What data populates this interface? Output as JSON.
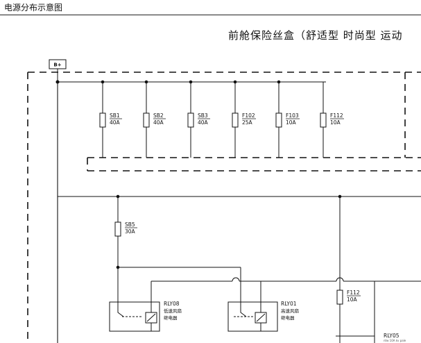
{
  "header": {
    "title": "电源分布示意图"
  },
  "diagram": {
    "title": "前舱保险丝盒（舒适型 时尚型 运动",
    "supply": "B+",
    "fuses_top": [
      {
        "name": "SB1",
        "rating": "40A"
      },
      {
        "name": "SB2",
        "rating": "40A"
      },
      {
        "name": "SB3",
        "rating": "40A"
      },
      {
        "name": "F102",
        "rating": "25A"
      },
      {
        "name": "F103",
        "rating": "10A"
      },
      {
        "name": "F112",
        "rating": "10A"
      }
    ],
    "fuse_sb5": {
      "name": "SB5",
      "rating": "30A"
    },
    "fuse_f112b": {
      "name": "F112",
      "rating": "10A"
    },
    "relays": [
      {
        "id": "RLY08",
        "line1": "低速风扇",
        "line2": "继电器"
      },
      {
        "id": "RLY01",
        "line1": "高速风扇",
        "line2": "继电器"
      }
    ],
    "relay_partial": {
      "id": "RLY05",
      "sub": "ntw 10A kv pale"
    }
  }
}
